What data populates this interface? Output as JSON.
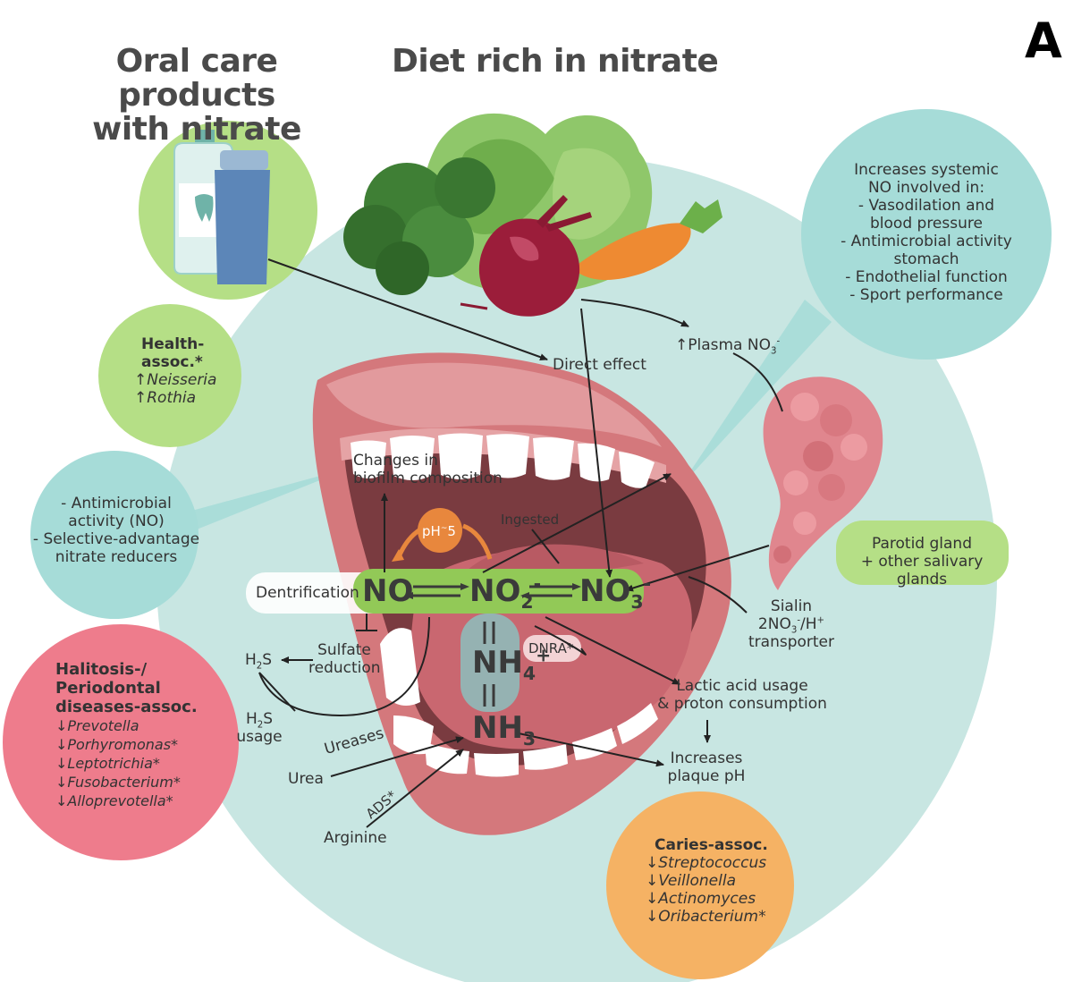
{
  "figure_label": "A",
  "titles": {
    "oral_care": [
      "Oral care products",
      "with nitrate"
    ],
    "diet": "Diet rich in nitrate"
  },
  "systemic_box": {
    "heading": [
      "Increases systemic",
      "NO involved in:"
    ],
    "items": [
      "- Vasodilation and",
      "blood pressure",
      "- Antimicrobial activity",
      "stomach",
      "- Endothelial function",
      "- Sport performance"
    ]
  },
  "health_assoc": {
    "heading": [
      "Health-",
      "assoc.*"
    ],
    "items": [
      "↑Neisseria",
      "↑Rothia"
    ]
  },
  "antimicrobial_box": [
    "- Antimicrobial",
    "activity (NO)",
    "- Selective-advantage",
    "nitrate reducers"
  ],
  "halitosis": {
    "heading": [
      "Halitosis-/",
      "Periodontal",
      "diseases-assoc."
    ],
    "items": [
      "↓Prevotella",
      "↓Porhyromonas*",
      "↓Leptotrichia*",
      "↓Fusobacterium*",
      "↓Alloprevotella*"
    ]
  },
  "caries": {
    "heading": "Caries-assoc.",
    "items": [
      "↓Streptococcus",
      "↓Veillonella",
      "↓Actinomyces",
      "↓Oribacterium*"
    ]
  },
  "parotid": [
    "Parotid gland",
    "+ other salivary glands"
  ],
  "labels": {
    "direct_effect": "Direct effect",
    "plasma": "↑Plasma NO",
    "plasma_sub": "3",
    "plasma_sup": "-",
    "changes": [
      "Changes in",
      "biofilm composition"
    ],
    "ingested": "Ingested",
    "ph": "pH",
    "ph_sup": "~",
    "ph_val": "5",
    "dentrification": "Dentrification",
    "sialin": "Sialin",
    "sialin_formula_a": "2NO",
    "sialin_formula_sub": "3",
    "sialin_formula_sup": "-",
    "sialin_formula_b": "/H",
    "sialin_formula_sup2": "+",
    "transporter": "transporter",
    "sulfate": [
      "Sulfate",
      "reduction"
    ],
    "h2s_a": "H",
    "h2s_sub": "2",
    "h2s_b": "S",
    "usage": "usage",
    "dnra": "DNRA*",
    "lactic": [
      "Lactic acid usage",
      "& proton consumption"
    ],
    "increases_ph": [
      "Increases",
      "plaque pH"
    ],
    "urea": "Urea",
    "ureases": "Ureases",
    "ads": "ADS*",
    "arginine": "Arginine"
  },
  "chem": {
    "no": "NO",
    "no2": "NO",
    "no2_sub": "2",
    "no2_sup": "-",
    "no3": "NO",
    "no3_sub": "3",
    "no3_sup": "-",
    "nh4": "NH",
    "nh4_sub": "4",
    "nh4_sup": "+",
    "nh3": "NH",
    "nh3_sub": "3"
  },
  "colors": {
    "big_circle": "#c8e6e2",
    "teal_box": "#a6dcd8",
    "green_box": "#b5df86",
    "green_band": "#92c957",
    "pink_box": "#ee7c8c",
    "orange_box": "#f5b264",
    "lips": "#d4787c",
    "mouth_dark": "#7a3b40",
    "gum": "#c96770",
    "teeth": "#ffffff",
    "gland": "#e0868e",
    "text": "#333333",
    "title": "#4a4a4a"
  }
}
